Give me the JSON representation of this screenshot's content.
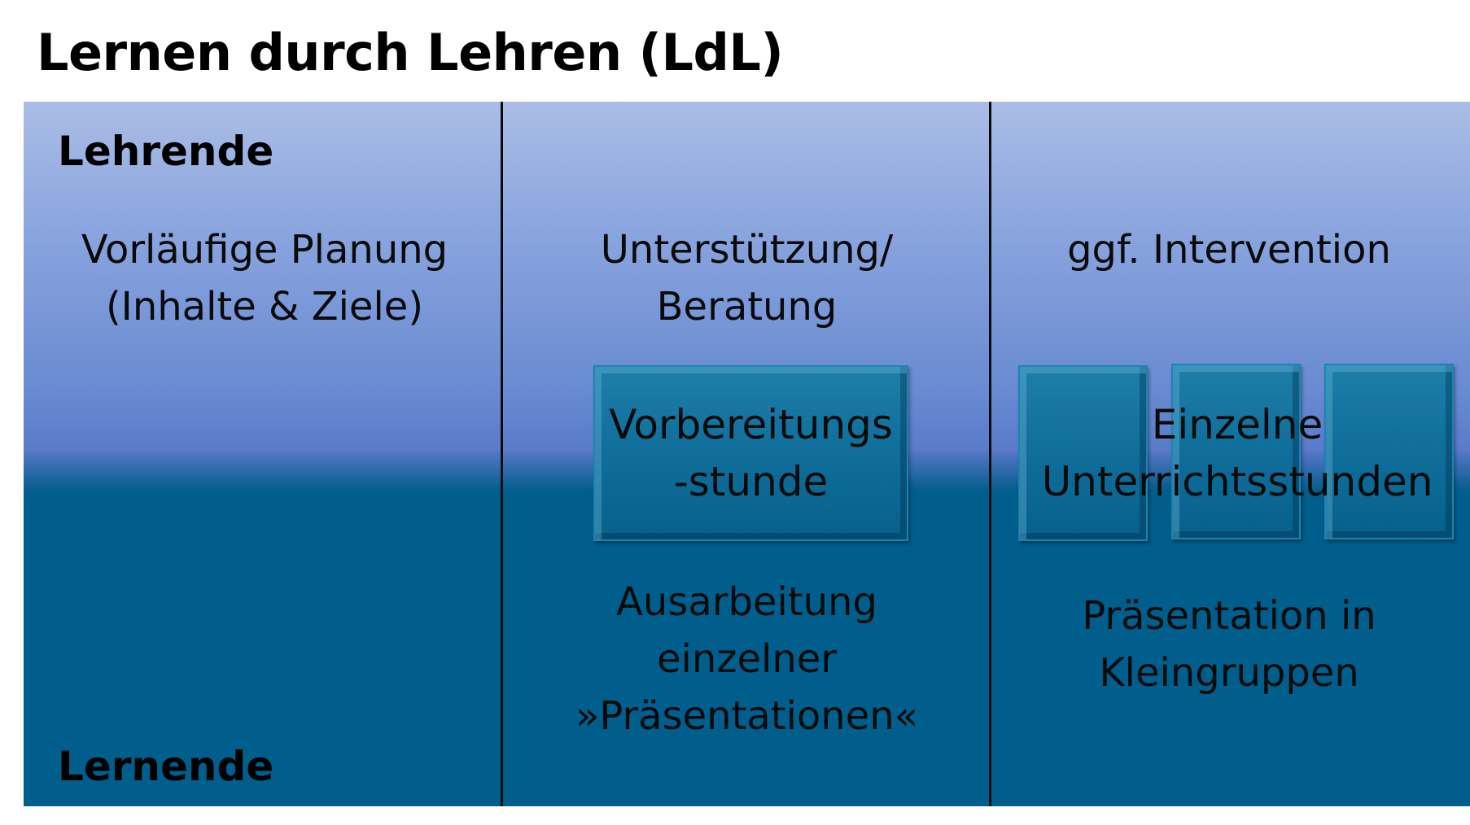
{
  "title": "Lernen durch Lehren (LdL)",
  "rows": {
    "top_label": "Lehrende",
    "bottom_label": "Lernende"
  },
  "columns": [
    {
      "teacher_lines": [
        "Vorläufige Planung",
        "(Inhalte & Ziele)"
      ]
    },
    {
      "teacher_lines": [
        "Unterstützung/",
        "Beratung"
      ],
      "box_lines": [
        "Vorbereitungs",
        "-stunde"
      ],
      "learner_lines": [
        "Ausarbeitung",
        "einzelner",
        "»Präsentationen«"
      ]
    },
    {
      "teacher_lines": [
        "ggf. Intervention"
      ],
      "box_lines": [
        "Einzelne",
        "Unterrichtsstunden"
      ],
      "learner_lines": [
        "Präsentation in",
        "Kleingruppen"
      ]
    }
  ],
  "colors": {
    "top_gradient_start": "#abbde6",
    "top_gradient_end": "#5577c7",
    "bottom_fill": "#005e8c",
    "box_fill": "#0f6e9a"
  }
}
